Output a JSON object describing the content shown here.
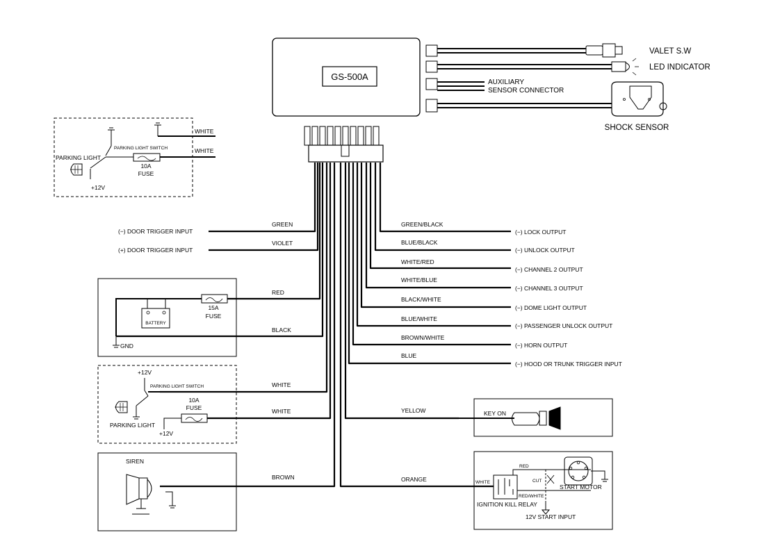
{
  "module": {
    "name": "GS-500A"
  },
  "top_right": {
    "valet": "VALET S.W",
    "led": "LED INDICATOR",
    "aux_line1": "AUXILIARY",
    "aux_line2": "SENSOR CONNECTOR",
    "shock": "SHOCK SENSOR"
  },
  "parking_box_top": {
    "wire1": "WHITE",
    "wire2": "WHITE",
    "switch": "PARKING LIGHT SWITCH",
    "light": "PARKING LIGHT",
    "fuse_rating": "10A",
    "fuse": "FUSE",
    "supply": "+12V"
  },
  "left_wires": [
    {
      "input": "(−) DOOR TRIGGER INPUT",
      "color": "GREEN"
    },
    {
      "input": "(+) DOOR TRIGGER INPUT",
      "color": "VIOLET"
    }
  ],
  "power_box": {
    "red": "RED",
    "black": "BLACK",
    "fuse_rating": "15A",
    "fuse": "FUSE",
    "battery": "BATTERY",
    "gnd": "GND"
  },
  "parking_box_bottom": {
    "supply_top": "+12V",
    "switch": "PARKING LIGHT SWITCH",
    "wire1": "WHITE",
    "fuse_rating": "10A",
    "fuse": "FUSE",
    "wire2": "WHITE",
    "light": "PARKING LIGHT",
    "supply_bottom": "+12V"
  },
  "siren_box": {
    "label": "SIREN",
    "wire": "BROWN"
  },
  "right_outputs": [
    {
      "color": "GREEN/BLACK",
      "output": "(−) LOCK OUTPUT"
    },
    {
      "color": "BLUE/BLACK",
      "output": "(−) UNLOCK OUTPUT"
    },
    {
      "color": "WHITE/RED",
      "output": "(−) CHANNEL 2 OUTPUT"
    },
    {
      "color": "WHITE/BLUE",
      "output": "(−) CHANNEL 3 OUTPUT"
    },
    {
      "color": "BLACK/WHITE",
      "output": "(−) DOME LIGHT OUTPUT"
    },
    {
      "color": "BLUE/WHITE",
      "output": "(−) PASSENGER UNLOCK OUTPUT"
    },
    {
      "color": "BROWN/WHITE",
      "output": "(−) HORN OUTPUT"
    },
    {
      "color": "BLUE",
      "output": "(−) HOOD OR TRUNK TRIGGER INPUT"
    }
  ],
  "key_box": {
    "wire": "YELLOW",
    "label": "KEY ON"
  },
  "kill_box": {
    "wire": "ORANGE",
    "red": "RED",
    "cut": "CUT",
    "white": "WHITE",
    "redwhite": "RED/WHITE",
    "relay": "IGNITION KILL RELAY",
    "motor": "START MOTOR",
    "start_input": "12V START INPUT"
  }
}
